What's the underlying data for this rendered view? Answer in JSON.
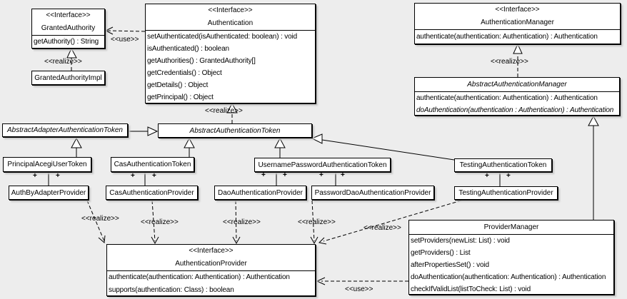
{
  "labels": {
    "use": "<<use>>",
    "realize": "<<realize>>",
    "plus": "+"
  },
  "classes": {
    "granted_authority": {
      "stereotype": "<<Interface>>",
      "name": "GrantedAuthority",
      "methods": [
        "getAuthority() : String"
      ]
    },
    "granted_authority_impl": {
      "name": "GrantedAuthorityImpl"
    },
    "authentication": {
      "stereotype": "<<Interface>>",
      "name": "Authentication",
      "methods": [
        "setAuthenticated(isAuthenticated: boolean) : void",
        "isAuthenticated() : boolean",
        "getAuthorities() : GrantedAuthority[]",
        "getCredentials() : Object",
        "getDetails() : Object",
        "getPrincipal() : Object"
      ]
    },
    "authentication_manager": {
      "stereotype": "<<Interface>>",
      "name": "AuthenticationManager",
      "methods": [
        "authenticate(authentication: Authentication) : Authentication"
      ]
    },
    "abstract_authentication_manager": {
      "name": "AbstractAuthenticationManager",
      "methods": [
        "authenticate(authentication: Authentication) : Authentication",
        "doAuthentication(authentication : Authentication) : Authentication"
      ]
    },
    "abstract_adapter_authentication_token": {
      "name": "AbstractAdapterAuthenticationToken"
    },
    "abstract_authentication_token": {
      "name": "AbstractAuthenticationToken"
    },
    "principal_acegi_user_token": {
      "name": "PrincipalAcegiUserToken"
    },
    "cas_authentication_token": {
      "name": "CasAuthenticationToken"
    },
    "username_password_authentication_token": {
      "name": "UsernamePasswordAuthenticationToken"
    },
    "testing_authentication_token": {
      "name": "TestingAuthenticationToken"
    },
    "auth_by_adapter_provider": {
      "name": "AuthByAdapterProvider"
    },
    "cas_authentication_provider": {
      "name": "CasAuthenticationProvider"
    },
    "dao_authentication_provider": {
      "name": "DaoAuthenticationProvider"
    },
    "password_dao_authentication_provider": {
      "name": "PasswordDaoAuthenticationProvider"
    },
    "testing_authentication_provider": {
      "name": "TestingAuthenticationProvider"
    },
    "authentication_provider": {
      "stereotype": "<<Interface>>",
      "name": "AuthenticationProvider",
      "methods": [
        "authenticate(authentication: Authentication) : Authentication",
        "supports(authentication: Class) : boolean"
      ]
    },
    "provider_manager": {
      "name": "ProviderManager",
      "methods": [
        "setProviders(newList: List) : void",
        "getProviders() : List",
        "afterPropertiesSet() : void",
        "doAuthentication(authentication: Authentication) : Authentication",
        "checkIfValidList(listToCheck: List) : void"
      ]
    }
  }
}
